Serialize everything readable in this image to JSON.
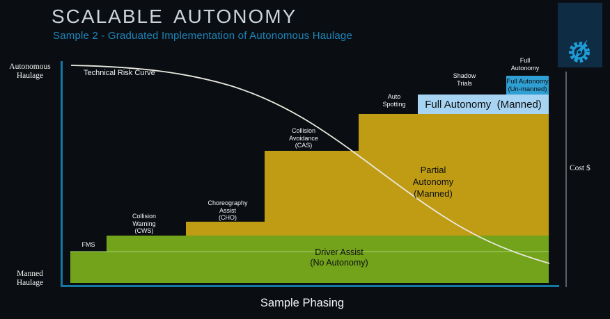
{
  "header": {
    "title": "SCALABLE AUTONOMY",
    "subtitle": "Sample 2 - Graduated Implementation of Autonomous Haulage"
  },
  "axis_labels": {
    "left_top": "Autonomous\nHaulage",
    "left_bottom": "Manned\nHaulage",
    "right": "Cost $",
    "x_title": "Sample Phasing"
  },
  "risk_curve_label": "Technical Risk Curve",
  "steps": [
    {
      "label": "FMS"
    },
    {
      "label": "Collision\nWarning\n(CWS)"
    },
    {
      "label": "Choreography\nAssist\n(CHO)"
    },
    {
      "label": "Collision\nAvoidance\n(CAS)"
    },
    {
      "label": "Auto\nSpotting"
    },
    {
      "label": "Shadow\nTrials"
    },
    {
      "label": "Full\nAutonomy"
    }
  ],
  "zones": {
    "driver_assist": "Driver Assist\n(No Autonomy)",
    "partial_autonomy": "Partial\nAutonomy\n(Manned)",
    "full_autonomy_manned": "Full Autonomy  (Manned)",
    "full_autonomy_unmanned": "Full Autonomy\n(Un-manned)"
  },
  "colors": {
    "background": "#0a0e13",
    "subtitle_accent": "#1d86ba",
    "axis_teal": "#1478a4",
    "axis_gray": "#5a6067",
    "zone_green": "#72a31b",
    "zone_gold": "#c09c14",
    "zone_light_blue": "#a7d4f3",
    "zone_mid_blue": "#2f9fd4",
    "risk_curve": "#ebe9e0",
    "logo_blue": "#1e9cd7"
  },
  "chart_data": {
    "type": "area",
    "title": "Technical Risk Curve",
    "xlabel": "Sample Phasing",
    "ylabel_left": {
      "top": "Autonomous Haulage",
      "bottom": "Manned Haulage"
    },
    "ylabel_right": "Cost $",
    "legend_position": "none",
    "grid": false,
    "phases": [
      {
        "phase": "FMS",
        "zone": "Driver Assist (No Autonomy)",
        "autonomy_level": 0.14,
        "color": "#72a31b"
      },
      {
        "phase": "Collision Warning (CWS)",
        "zone": "Driver Assist (No Autonomy)",
        "autonomy_level": 0.21,
        "color": "#72a31b"
      },
      {
        "phase": "Choreography Assist (CHO)",
        "zone": "Partial Autonomy (Manned)",
        "autonomy_level": 0.27,
        "color": "#c09c14"
      },
      {
        "phase": "Collision Avoidance (CAS)",
        "zone": "Partial Autonomy (Manned)",
        "autonomy_level": 0.59,
        "color": "#c09c14"
      },
      {
        "phase": "Auto Spotting",
        "zone": "Partial Autonomy (Manned)",
        "autonomy_level": 0.76,
        "color": "#c09c14"
      },
      {
        "phase": "Shadow Trials",
        "zone": "Full Autonomy (Manned)",
        "autonomy_level": 0.85,
        "color": "#a7d4f3"
      },
      {
        "phase": "Full Autonomy",
        "zone": "Full Autonomy (Un-manned)",
        "autonomy_level": 0.93,
        "color": "#2f9fd4"
      }
    ],
    "risk_curve": {
      "name": "Technical Risk Curve",
      "trend": "decreasing",
      "points_norm_x_y": [
        [
          0.02,
          0.98
        ],
        [
          0.24,
          0.94
        ],
        [
          0.33,
          0.88
        ],
        [
          0.48,
          0.72
        ],
        [
          0.61,
          0.56
        ],
        [
          0.73,
          0.36
        ],
        [
          0.86,
          0.21
        ],
        [
          1.0,
          0.09
        ]
      ]
    }
  }
}
